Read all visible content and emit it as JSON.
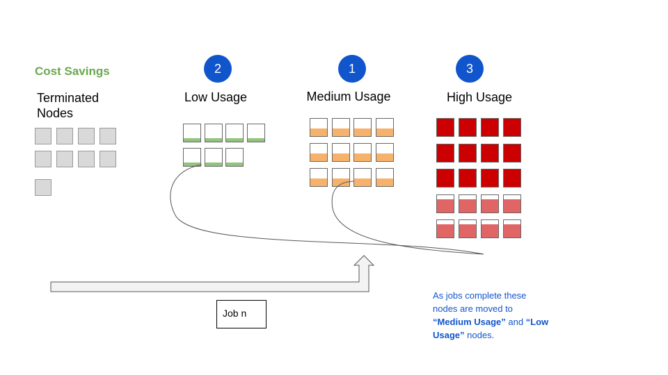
{
  "cost_savings": {
    "title": "Cost Savings",
    "column_title": "Terminated\nNodes",
    "node_count": 9
  },
  "columns": [
    {
      "key": "low",
      "badge": "2",
      "title": "Low Usage",
      "color": "#93c47d",
      "fill_fraction": 0.2,
      "nodes_per_row": [
        4,
        3
      ]
    },
    {
      "key": "medium",
      "badge": "1",
      "title": "Medium Usage",
      "color": "#f6b26b",
      "fill_fraction": 0.45,
      "nodes_per_row": [
        4,
        4,
        4
      ]
    },
    {
      "key": "high",
      "badge": "3",
      "title": "High Usage",
      "color_full": "#cc0000",
      "color_partial": "#e06666",
      "fill_fraction_full": 1.0,
      "fill_fraction_partial": 0.75,
      "nodes_per_row": [
        4,
        4,
        4,
        4,
        4
      ],
      "full_rows": 3
    }
  ],
  "job_box": {
    "label": "Job n"
  },
  "note": {
    "line1": "As jobs complete these",
    "line2": "nodes are moved to",
    "medium_label": "“Medium Usage”",
    "and_text": " and ",
    "low_label": "“Low",
    "low_label2": "Usage”",
    "end_text": " nodes."
  },
  "colors": {
    "badge": "#1155cc",
    "accent_green": "#6aa84f",
    "note_blue": "#1155cc",
    "terminated": "#d9d9d9"
  }
}
